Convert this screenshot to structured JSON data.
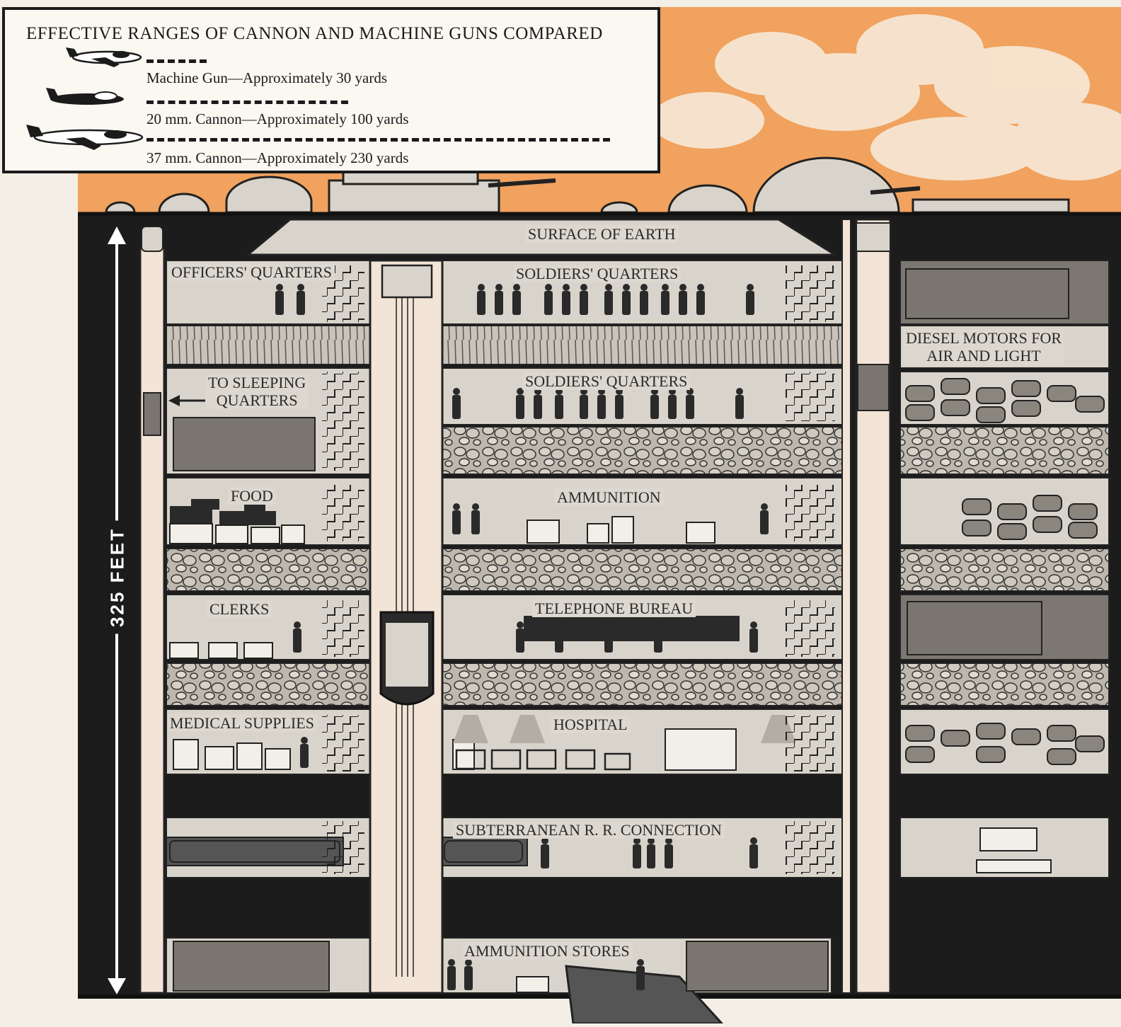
{
  "legend": {
    "title": "EFFECTIVE RANGES OF CANNON AND MACHINE GUNS COMPARED",
    "ranges": [
      {
        "label": "Machine Gun—Approximately 30 yards",
        "yards": 30
      },
      {
        "label": "20 mm. Cannon—Approximately 100 yards",
        "yards": 100
      },
      {
        "label": "37 mm. Cannon—Approximately 230 yards",
        "yards": 230
      }
    ]
  },
  "depth_label": "325 FEET",
  "rooms": {
    "surface": "SURFACE OF EARTH",
    "officers": "OFFICERS' QUARTERS",
    "soldiers_1": "SOLDIERS' QUARTERS",
    "diesel": "DIESEL MOTORS FOR\nAIR AND LIGHT",
    "sleeping": "TO SLEEPING\nQUARTERS",
    "soldiers_2": "SOLDIERS' QUARTERS",
    "food": "FOOD",
    "ammunition": "AMMUNITION",
    "clerks": "CLERKS",
    "telephone": "TELEPHONE BUREAU",
    "medical": "MEDICAL SUPPLIES",
    "hospital": "HOSPITAL",
    "railroad": "SUBTERRANEAN R. R. CONNECTION",
    "ammo_stores": "AMMUNITION STORES"
  },
  "colors": {
    "sky": "#f0a25e",
    "ground": "#1c1c1c",
    "room": "#d9d4cb",
    "rubble": "#bdb7ad",
    "shaft": "#f2e4d6"
  }
}
